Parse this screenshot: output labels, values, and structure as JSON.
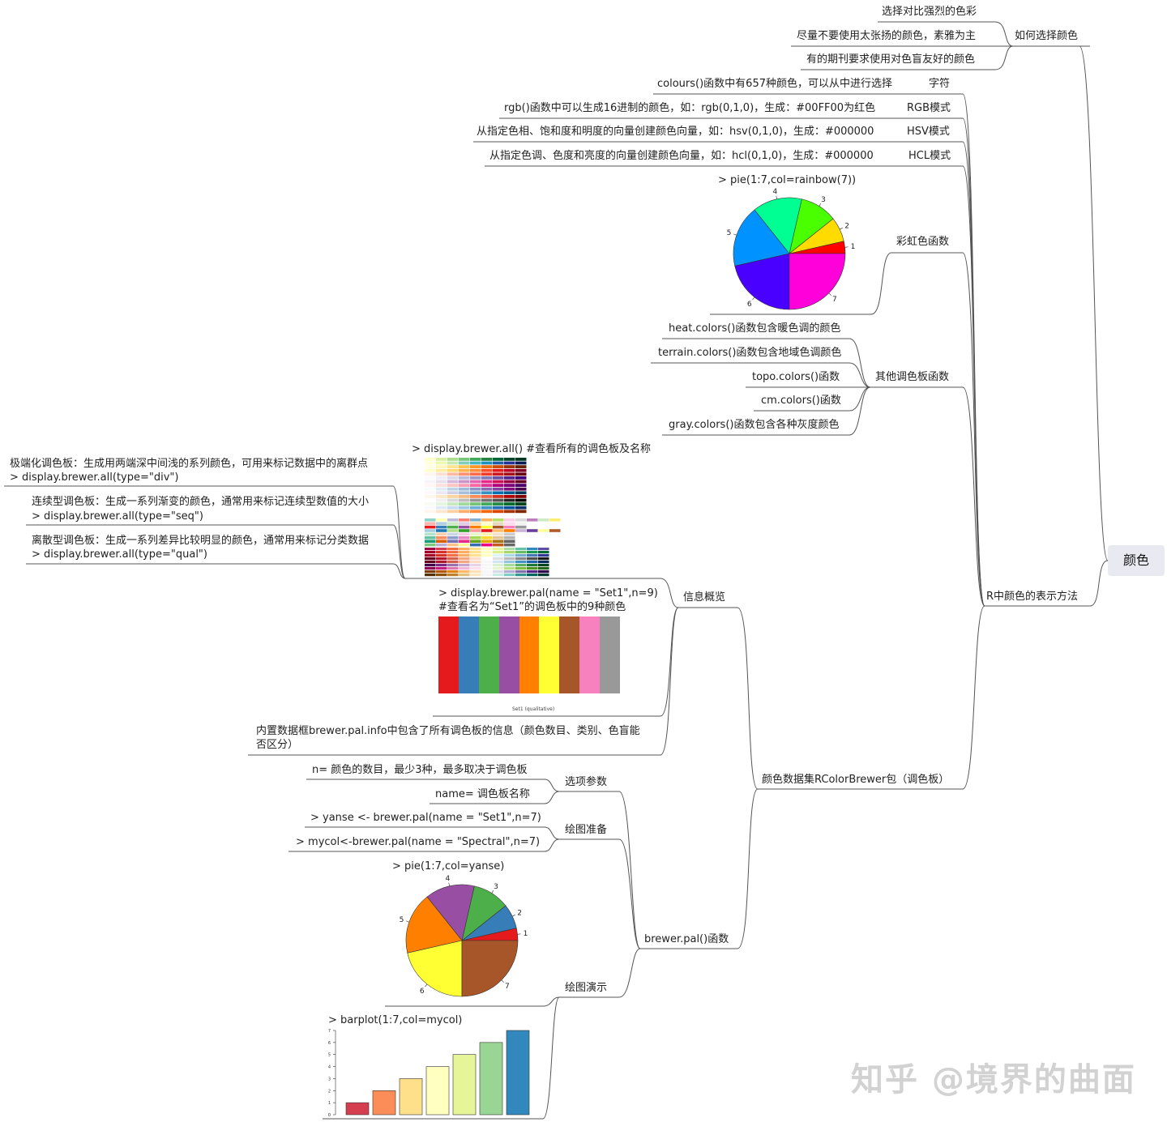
{
  "root": "颜色",
  "choose_color": {
    "label": "如何选择颜色",
    "items": [
      "选择对比强烈的色彩",
      "尽量不要使用太张扬的颜色，素雅为主",
      "有的期刊要求使用对色盲友好的颜色"
    ]
  },
  "representation": {
    "label": "R中颜色的表示方法",
    "char": {
      "label": "字符",
      "desc": "colours()函数中有657种颜色，可以从中进行选择"
    },
    "rgb": {
      "label": "RGB模式",
      "desc": "rgb()函数中可以生成16进制的颜色，如：rgb(0,1,0)，生成：#00FF00为红色"
    },
    "hsv": {
      "label": "HSV模式",
      "desc": "从指定色相、饱和度和明度的向量创建颜色向量，如：hsv(0,1,0)，生成：#000000"
    },
    "hcl": {
      "label": "HCL模式",
      "desc": "从指定色调、色度和亮度的向量创建颜色向量，如：hcl(0,1,0)，生成：#000000"
    },
    "rainbow": {
      "label": "彩虹色函数",
      "code": "> pie(1:7,col=rainbow(7))",
      "slice_labels": [
        "1",
        "2",
        "3",
        "4",
        "5",
        "6",
        "7"
      ],
      "values": [
        1,
        2,
        3,
        4,
        5,
        6,
        7
      ],
      "colors": [
        "#ff0000",
        "#ffdb00",
        "#49ff00",
        "#00ff92",
        "#0092ff",
        "#4900ff",
        "#ff00db"
      ]
    },
    "other_palettes": {
      "label": "其他调色板函数",
      "items": [
        "heat.colors()函数包含暖色调的颜色",
        "terrain.colors()函数包含地域色调颜色",
        "topo.colors()函数",
        "cm.colors()函数",
        "gray.colors()函数包含各种灰度颜色"
      ]
    }
  },
  "brewer": {
    "label": "颜色数据集RColorBrewer包（调色板）",
    "overview": {
      "label": "信息概览",
      "display_all_code": "> display.brewer.all() #查看所有的调色板及名称",
      "div": {
        "line1": "极端化调色板：生成用两端深中间浅的系列颜色，可用来标记数据中的离群点",
        "line2": "> display.brewer.all(type=\"div\")"
      },
      "seq": {
        "line1": "连续型调色板：生成一系列渐变的颜色，通常用来标记连续型数值的大小",
        "line2": "> display.brewer.all(type=\"seq\")"
      },
      "qual": {
        "line1": "离散型调色板：生成一系列差异比较明显的颜色，通常用来标记分类数据",
        "line2": "> display.brewer.all(type=\"qual\")"
      },
      "pal_code1": "> display.brewer.pal(name = \"Set1\",n=9)",
      "pal_code2": "#查看名为“Set1”的调色板中的9种颜色",
      "set1_caption": "Set1 (qualitative)",
      "set1_colors": [
        "#e41a1c",
        "#377eb8",
        "#4daf4a",
        "#984ea3",
        "#ff7f00",
        "#ffff33",
        "#a65628",
        "#f781bf",
        "#999999"
      ],
      "info_line1": "内置数据框brewer.pal.info中包含了所有调色板的信息（颜色数目、类别、色盲能",
      "info_line2": "否区分）"
    },
    "brewer_pal": {
      "label": "brewer.pal()函数",
      "options": {
        "label": "选项参数",
        "items": [
          "n= 颜色的数目，最少3种，最多取决于调色板",
          "name= 调色板名称"
        ]
      },
      "prep": {
        "label": "绘图准备",
        "items": [
          "> yanse <- brewer.pal(name = \"Set1\",n=7)",
          "> mycol<-brewer.pal(name = \"Spectral\",n=7)"
        ]
      },
      "demo": {
        "label": "绘图演示",
        "pie_code": "> pie(1:7,col=yanse)",
        "pie_labels": [
          "1",
          "2",
          "3",
          "4",
          "5",
          "6",
          "7"
        ],
        "pie_values": [
          1,
          2,
          3,
          4,
          5,
          6,
          7
        ],
        "pie_colors": [
          "#e41a1c",
          "#377eb8",
          "#4daf4a",
          "#984ea3",
          "#ff7f00",
          "#ffff33",
          "#a65628"
        ],
        "bar_code": "> barplot(1:7,col=mycol)",
        "bar_values": [
          1,
          2,
          3,
          4,
          5,
          6,
          7
        ],
        "bar_colors": [
          "#d53e4f",
          "#fc8d59",
          "#fee08b",
          "#ffffbf",
          "#e6f598",
          "#99d594",
          "#3288bd"
        ],
        "bar_ticks": [
          "0",
          "1",
          "2",
          "3",
          "4",
          "5",
          "6",
          "7"
        ]
      }
    }
  },
  "watermark": "知乎 @境界的曲面"
}
